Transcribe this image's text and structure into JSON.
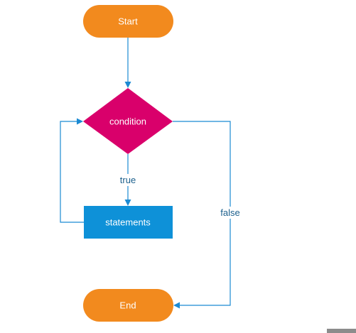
{
  "nodes": {
    "start": {
      "label": "Start"
    },
    "condition": {
      "label": "condition"
    },
    "statements": {
      "label": "statements"
    },
    "end": {
      "label": "End"
    }
  },
  "edges": {
    "true_label": "true",
    "false_label": "false"
  },
  "colors": {
    "terminal": "#f28a1e",
    "decision": "#d9006b",
    "process": "#0e91d8",
    "connector": "#1b8ad3",
    "edge_label_text": "#1b5f8c",
    "node_text": "#ffffff"
  }
}
